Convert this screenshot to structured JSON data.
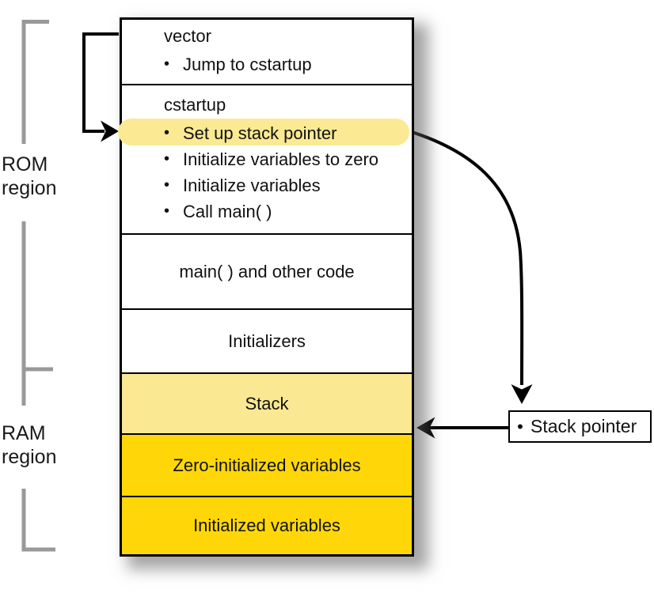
{
  "ui": {
    "bullet_char": "•"
  },
  "labels": {
    "rom": {
      "line1": "ROM",
      "line2": "region"
    },
    "ram": {
      "line1": "RAM",
      "line2": "region"
    }
  },
  "memory_map": {
    "sections": [
      {
        "name": "vector",
        "title": "vector",
        "bullets": [
          "Jump to cstartup"
        ],
        "bg": "#ffffff"
      },
      {
        "name": "cstartup",
        "title": "cstartup",
        "bullets": [
          "Set up stack pointer",
          "Initialize variables to zero",
          "Initialize variables",
          "Call main( )"
        ],
        "highlighted_bullet": "Set up stack pointer",
        "bg": "#ffffff"
      },
      {
        "name": "main-code",
        "text": "main( ) and other code",
        "bg": "#ffffff"
      },
      {
        "name": "initializers",
        "text": "Initializers",
        "bg": "#ffffff"
      },
      {
        "name": "stack",
        "text": "Stack",
        "bg": "#FAE892"
      },
      {
        "name": "zero-initialized-variables",
        "text": "Zero-initialized variables",
        "bg": "#FFD708"
      },
      {
        "name": "initialized-variables",
        "text": "Initialized variables",
        "bg": "#FFD708"
      }
    ]
  },
  "stack_pointer": {
    "label": "Stack pointer"
  },
  "colors": {
    "highlight_pill": "#FBE993",
    "stack_fill": "#FAE892",
    "gold_fill": "#FFD708",
    "bracket_gray": "#999999",
    "arrow_black": "#000000"
  }
}
